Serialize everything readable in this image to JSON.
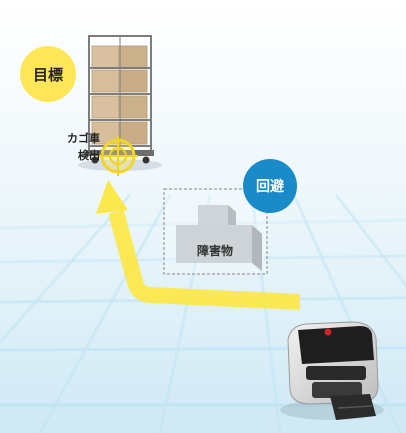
{
  "labels": {
    "target": "目標",
    "cart_detection_line1": "カゴ車",
    "cart_detection_line2": "検出",
    "avoidance": "回避",
    "obstacle": "障害物"
  },
  "colors": {
    "target_badge": "#ffe658",
    "avoid_badge": "#1a8ac9",
    "path_arrow": "#fbe84b",
    "floor_grid": "#bfe4f4",
    "robot_accent": "#d0202a"
  }
}
